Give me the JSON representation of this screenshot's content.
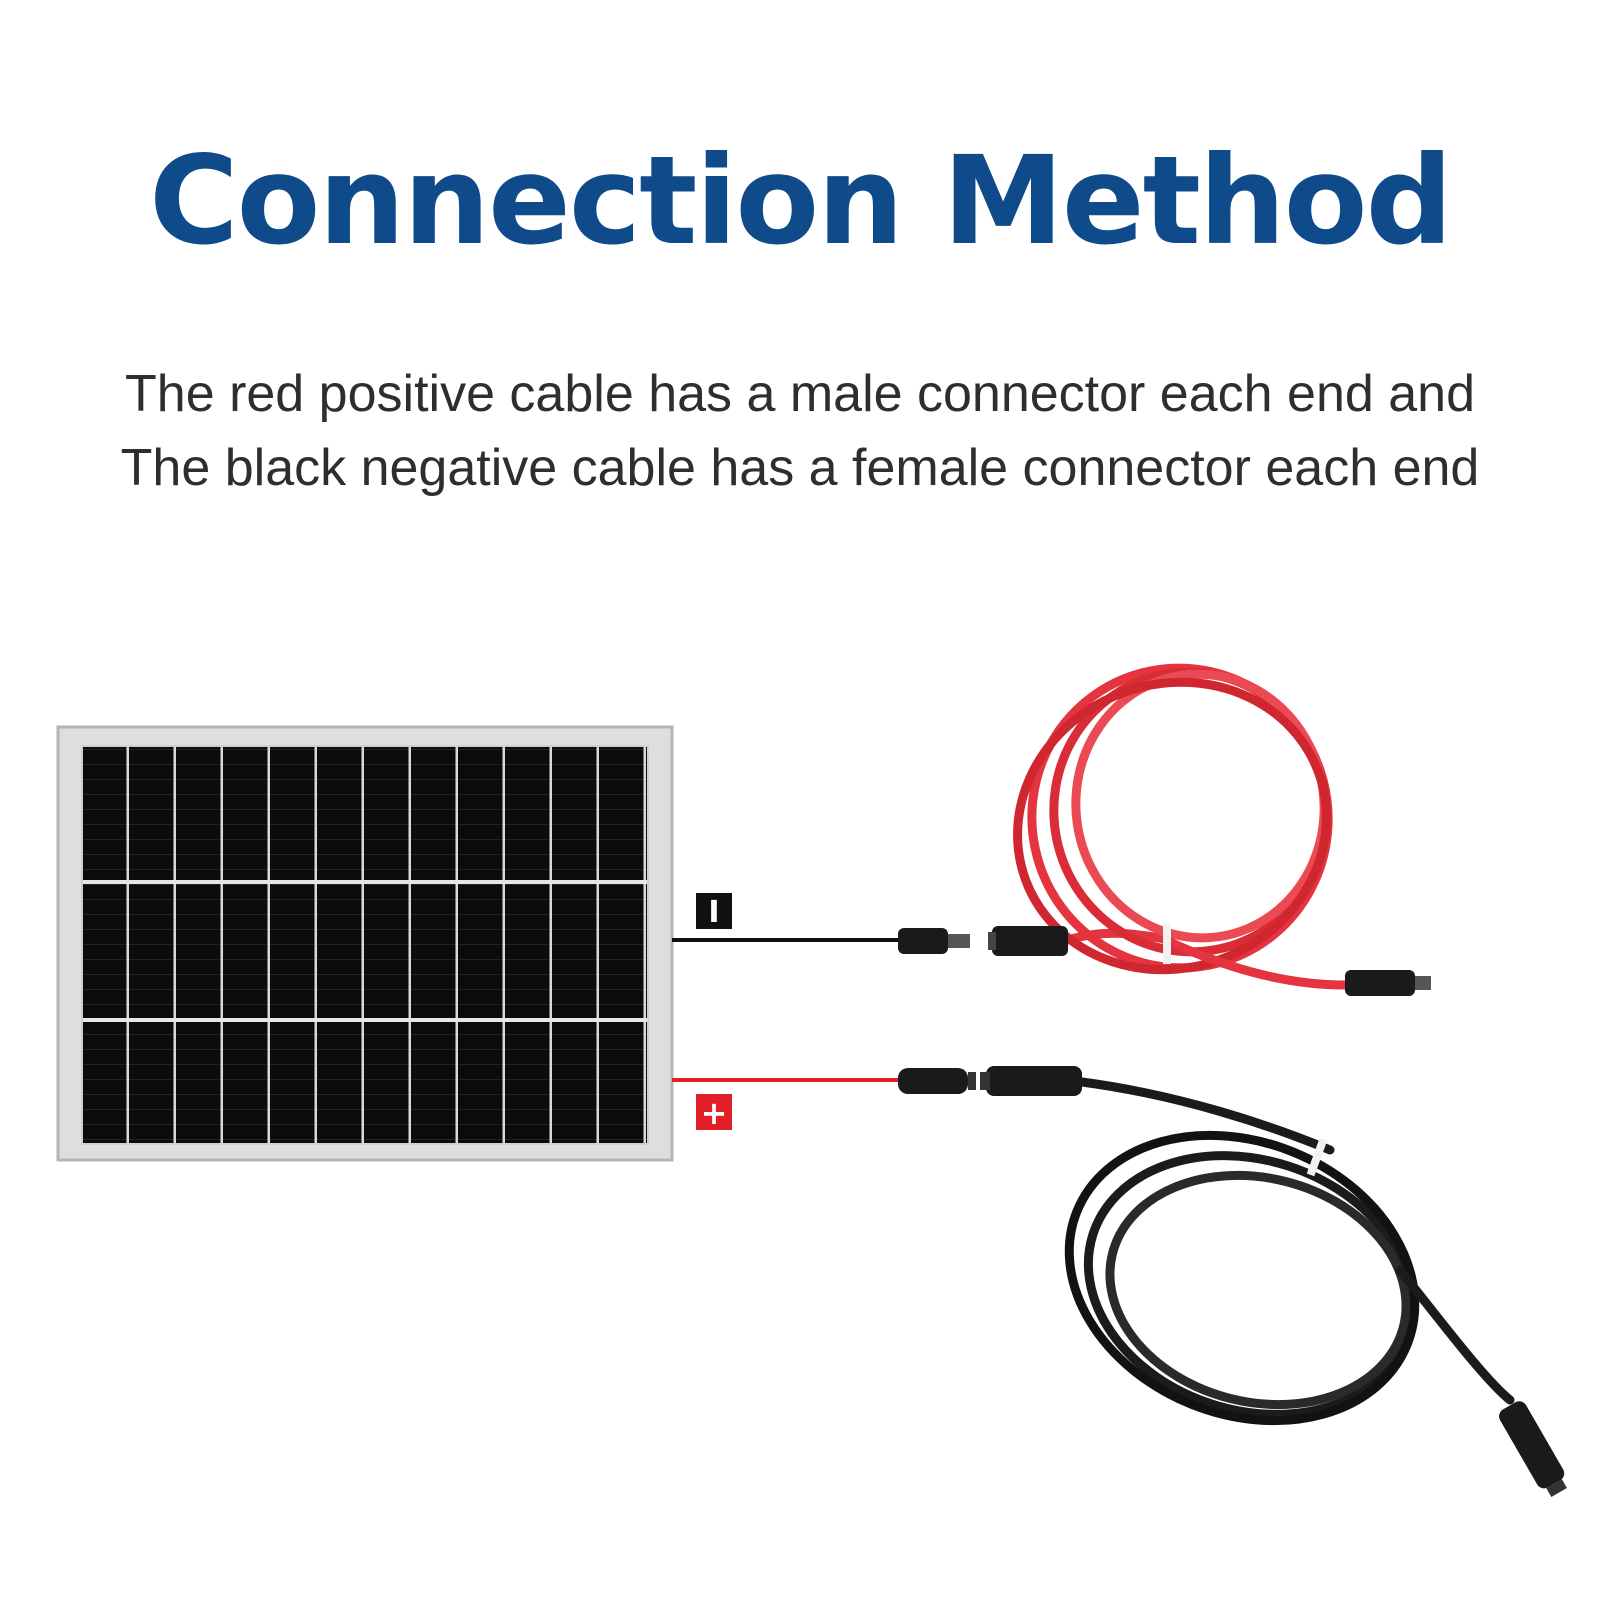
{
  "heading": {
    "title": "Connection Method",
    "line1": "The red positive cable has a male connector each end and",
    "line2": "The black negative cable has a female connector each end"
  },
  "labels": {
    "negative_symbol": "I",
    "positive_symbol": "+"
  },
  "colors": {
    "title": "#0f4b8a",
    "text": "#2e2e2e",
    "red_cable": "#e4343f",
    "black_cable": "#1b1b1b",
    "negative_badge": "#111111",
    "positive_badge": "#e21e26"
  }
}
